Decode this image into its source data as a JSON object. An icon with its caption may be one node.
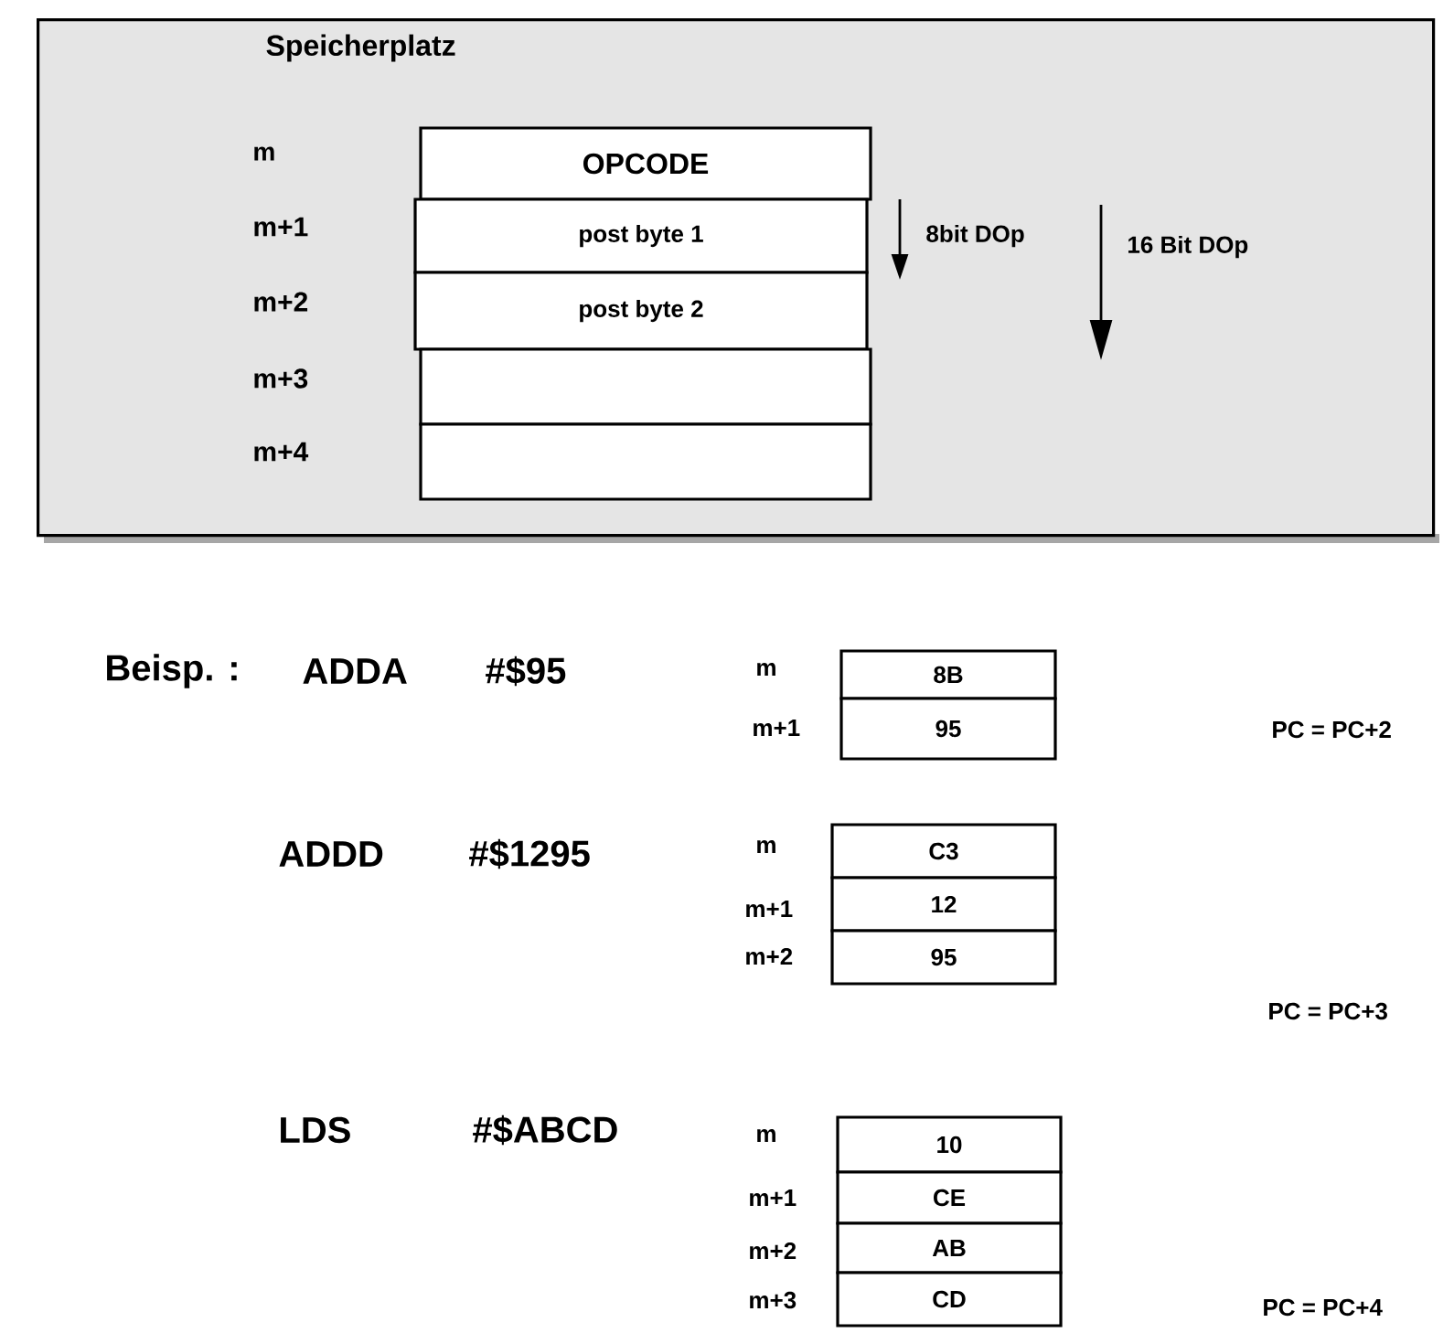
{
  "diagram": {
    "nodes": [
      {
        "text": [
          "Speicherplatz"
        ]
      },
      {
        "text": [
          "OPCODE"
        ],
        "in": 0
      },
      {
        "text": [
          "post byte 1"
        ],
        "in": 0
      },
      {
        "text": [
          "post byte 2"
        ],
        "in": 0
      },
      {
        "text": [],
        "shape": "box",
        "in": 0
      },
      {
        "text": [],
        "shape": "box",
        "in": 0
      },
      {
        "text": [
          "8B"
        ]
      },
      {
        "text": [
          "95"
        ]
      },
      {
        "text": [
          "C3"
        ]
      },
      {
        "text": [
          "12"
        ]
      },
      {
        "text": [
          "95"
        ]
      },
      {
        "text": [
          "10"
        ]
      },
      {
        "text": [
          "CE"
        ]
      },
      {
        "text": [
          "AB"
        ]
      },
      {
        "text": [
          "CD"
        ]
      }
    ],
    "labels": [
      "m",
      "m+1",
      "8bit DOp",
      "16 Bit DOp",
      "m+2",
      "m+3",
      "m+4",
      "Beisp. :",
      "ADDA",
      "#$95",
      "m",
      "m+1",
      "PC = PC+2",
      "ADDD",
      "#$1295",
      "m",
      "m+1",
      "m+2",
      "PC = PC+3",
      "LDS",
      "#$ABCD",
      "m",
      "m+1",
      "m+2",
      "m+3",
      "PC = PC+4"
    ]
  }
}
